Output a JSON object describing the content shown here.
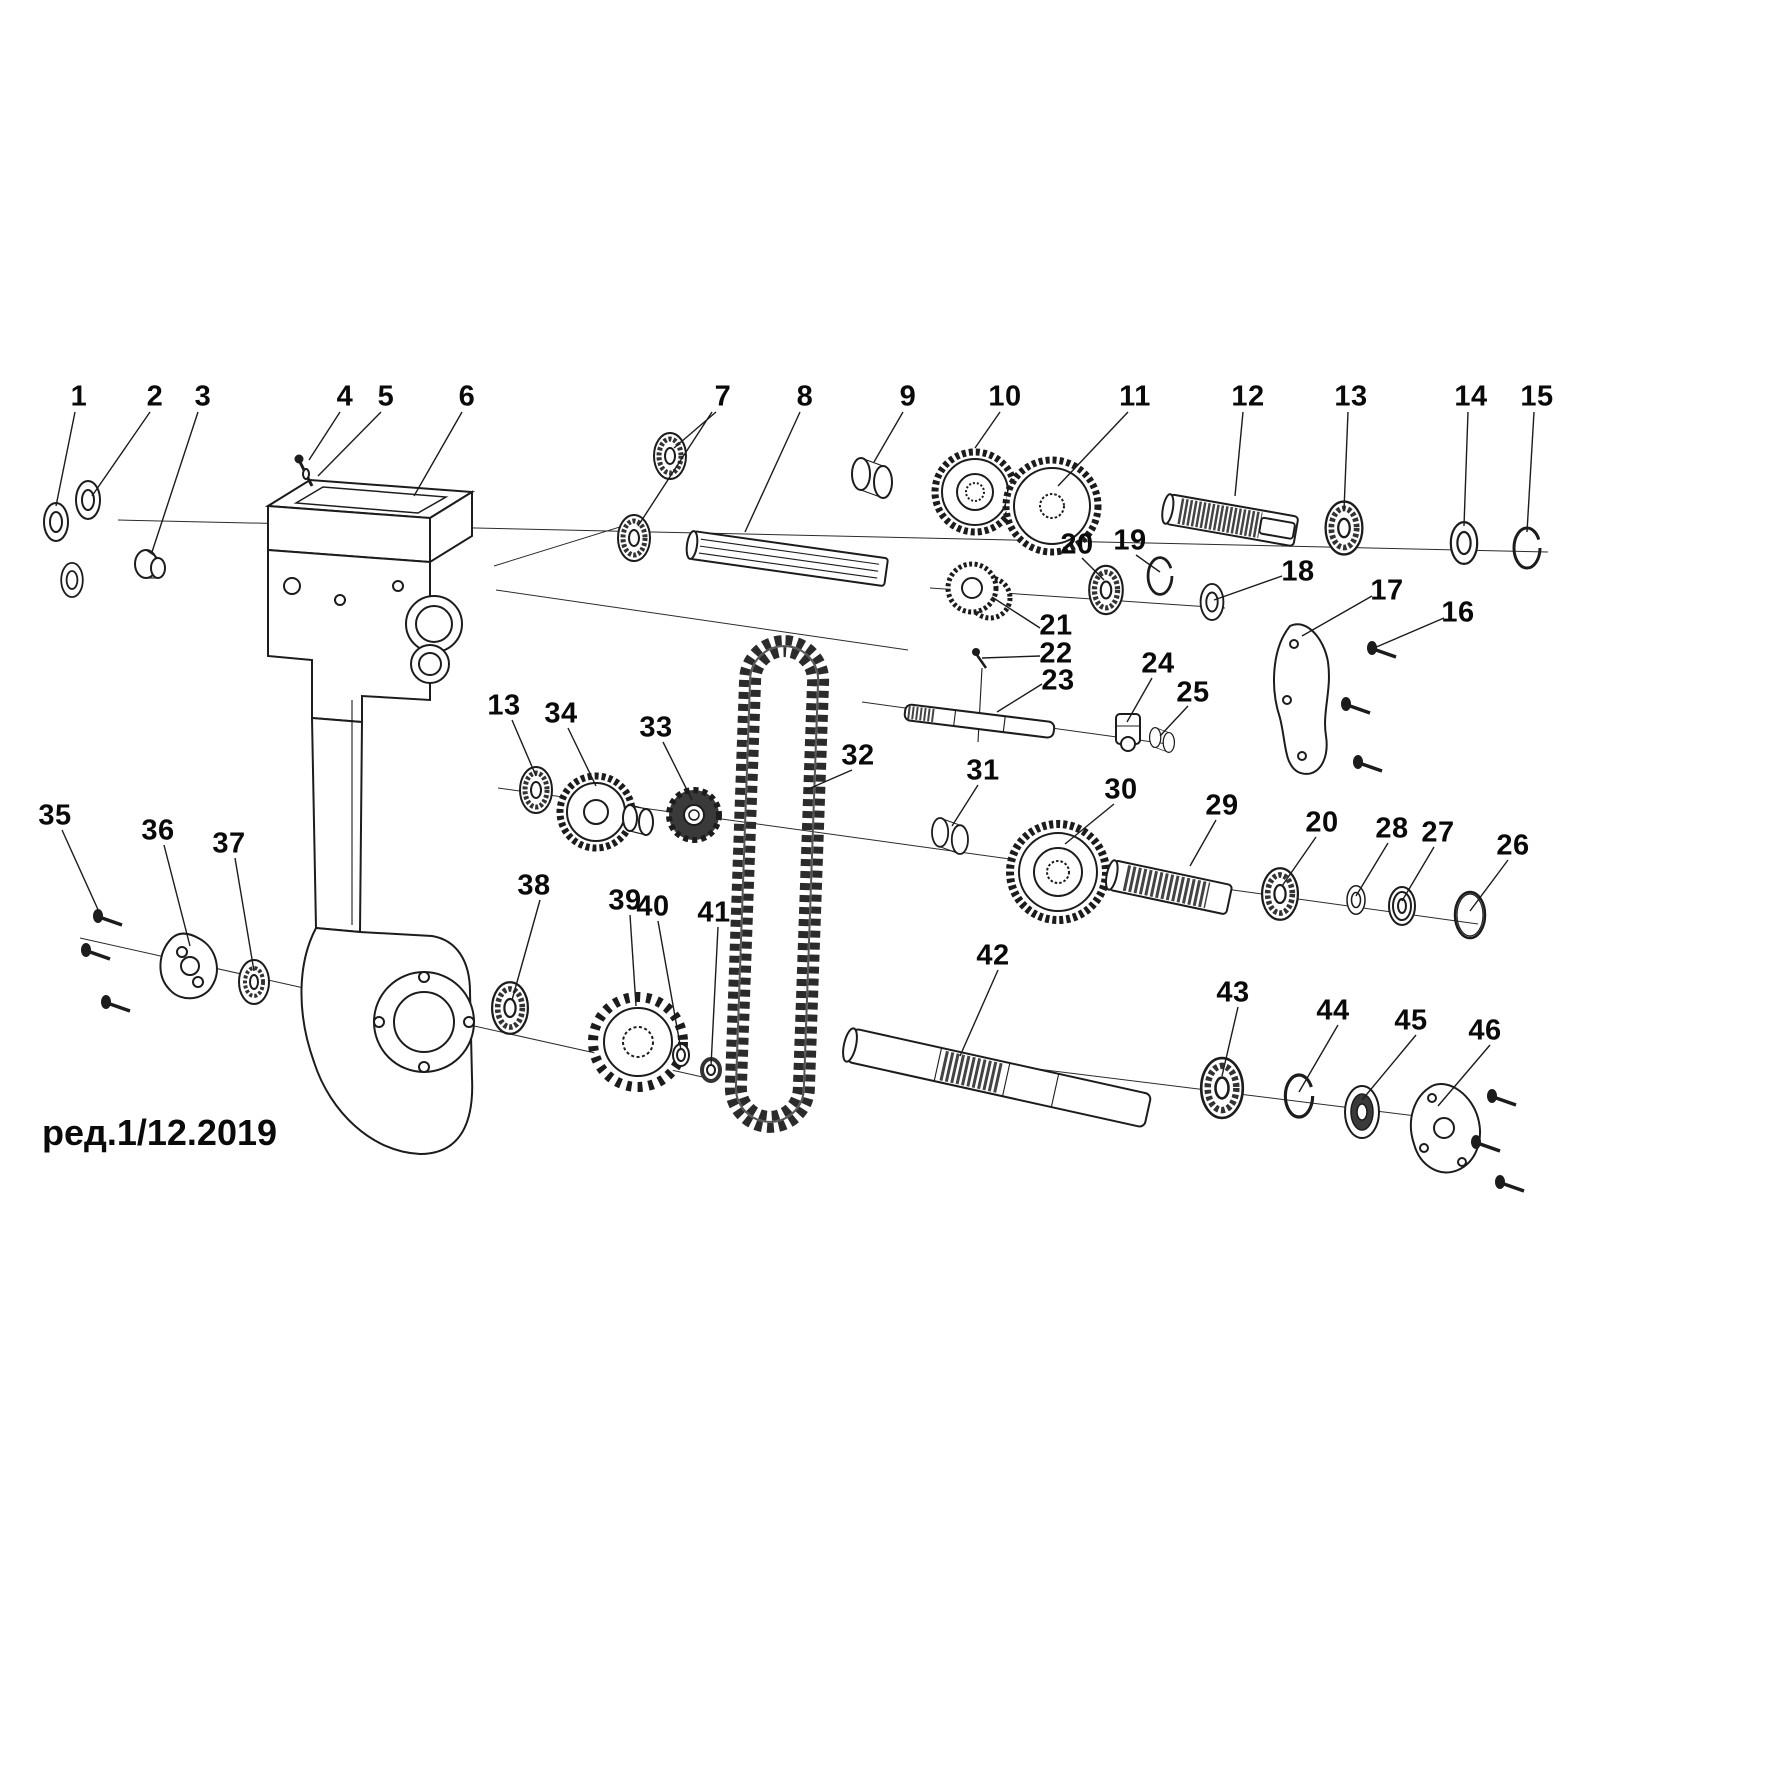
{
  "diagram": {
    "kind": "exploded-parts-diagram",
    "revision": "ред.1/12.2019",
    "line_color": "#1c1c1c",
    "background": "#ffffff"
  },
  "labels": {
    "p1": "1",
    "p2": "2",
    "p3": "3",
    "p4": "4",
    "p5": "5",
    "p6": "6",
    "p7": "7",
    "p8": "8",
    "p9": "9",
    "p10": "10",
    "p11": "11",
    "p12": "12",
    "p13a": "13",
    "p13b": "13",
    "p14": "14",
    "p15": "15",
    "p16": "16",
    "p17": "17",
    "p18": "18",
    "p19": "19",
    "p20a": "20",
    "p20b": "20",
    "p21": "21",
    "p22": "22",
    "p23": "23",
    "p24": "24",
    "p25": "25",
    "p26": "26",
    "p27": "27",
    "p28": "28",
    "p29": "29",
    "p30": "30",
    "p31": "31",
    "p32": "32",
    "p33": "33",
    "p34": "34",
    "p35": "35",
    "p36": "36",
    "p37": "37",
    "p38": "38",
    "p39": "39",
    "p40": "40",
    "p41": "41",
    "p42": "42",
    "p43": "43",
    "p44": "44",
    "p45": "45",
    "p46": "46"
  }
}
